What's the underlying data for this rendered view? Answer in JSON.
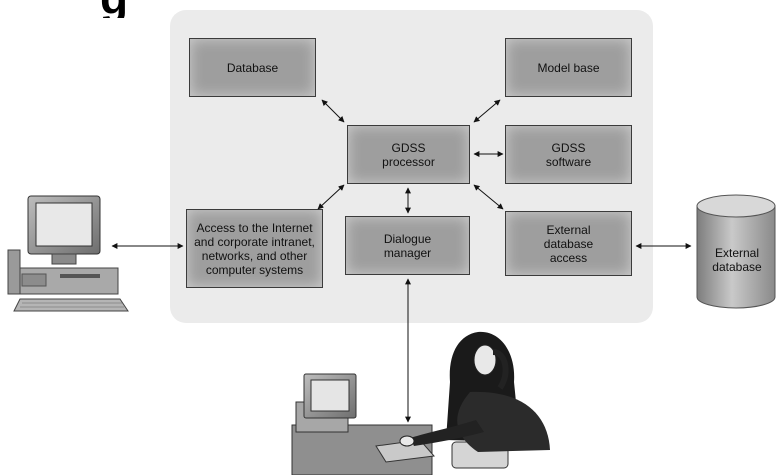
{
  "heading": {
    "text": "g"
  },
  "boxes": {
    "database": "Database",
    "model_base": "Model base",
    "gdss_processor": "GDSS\nprocessor",
    "gdss_software": "GDSS\nsoftware",
    "internet_access": "Access to the Internet\nand corporate intranet,\nnetworks, and other\ncomputer systems",
    "dialogue_manager": "Dialogue\nmanager",
    "external_database_access": "External\ndatabase\naccess"
  },
  "external_database": {
    "label": "External\ndatabase"
  },
  "icons": {
    "computer": "desktop-computer-icon",
    "cylinder": "database-cylinder-icon",
    "user": "user-at-workstation-icon"
  },
  "colors": {
    "panel": "#ebebeb",
    "box_fill": "#9e9e9e",
    "box_border": "#3b3b3b",
    "arrow": "#111111"
  }
}
